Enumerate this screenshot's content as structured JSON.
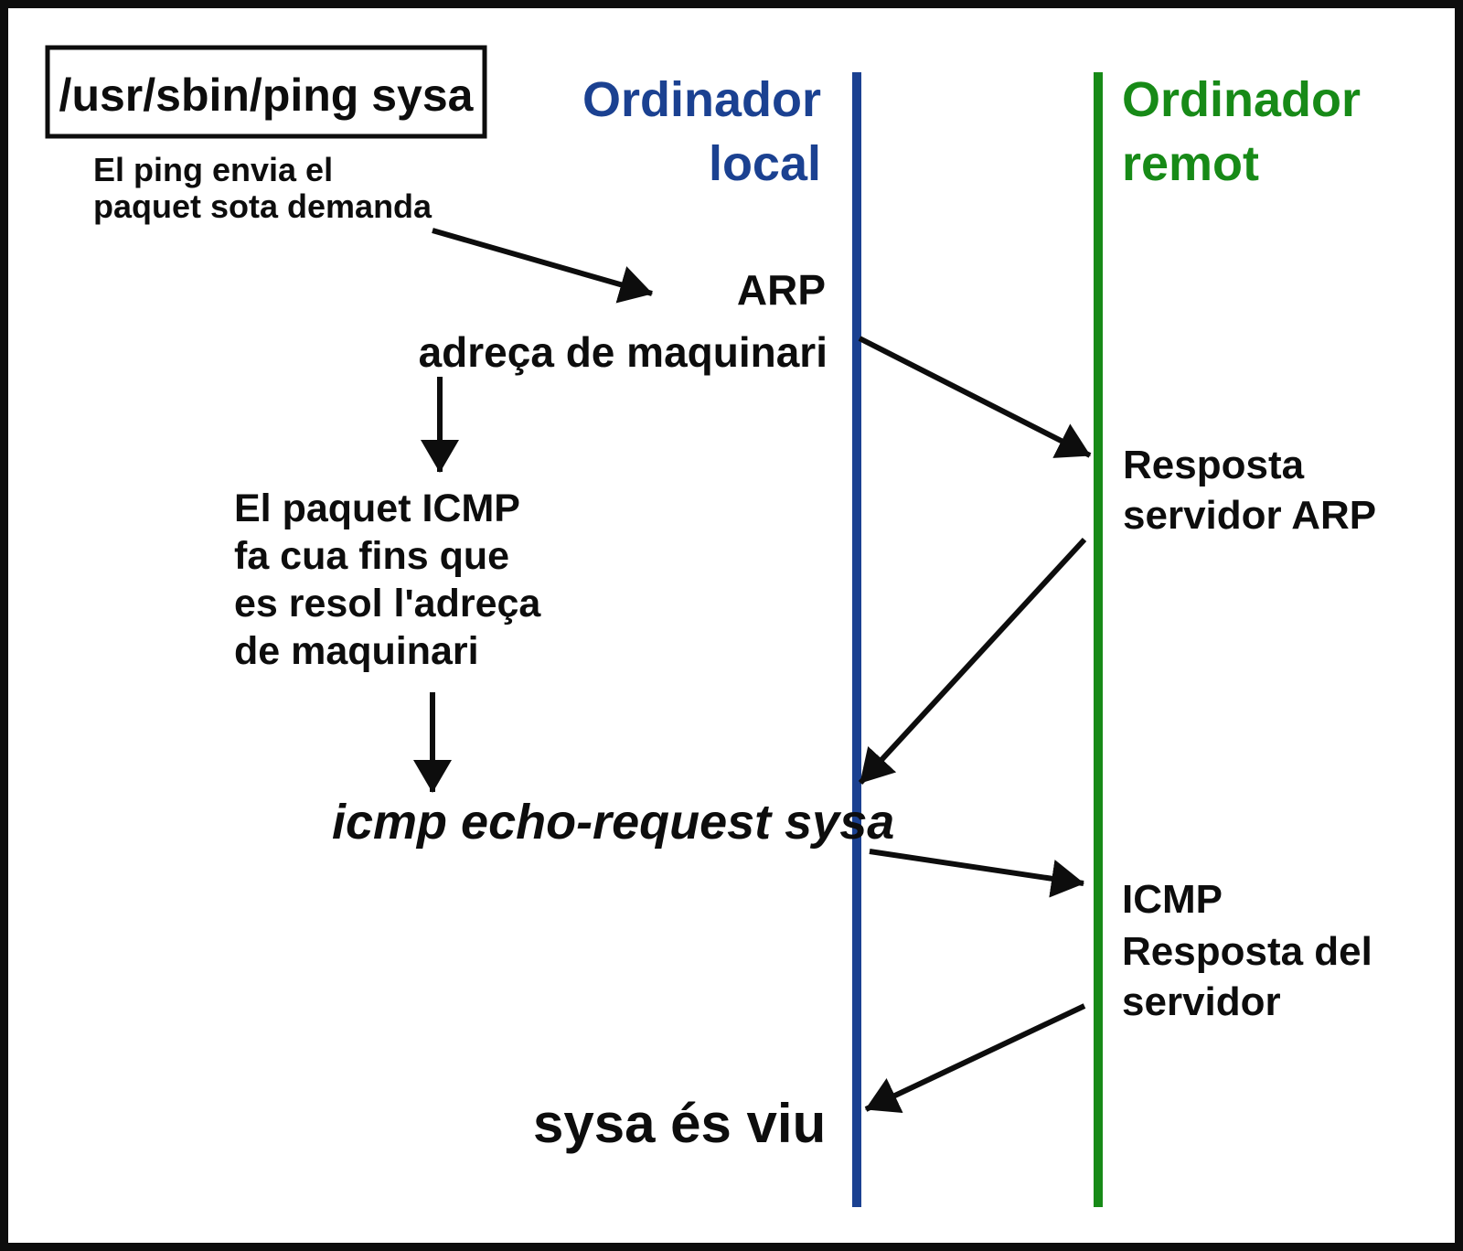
{
  "colors": {
    "local": "#1b4191",
    "remote": "#178a17",
    "ink": "#0d0d0d",
    "background": "#ffffff"
  },
  "command_box": {
    "label": "/usr/sbin/ping sysa"
  },
  "ping_note": {
    "line1": "El ping envia el",
    "line2": "paquet sota demanda"
  },
  "lifelines": {
    "local": {
      "title_line1": "Ordinador",
      "title_line2": "local"
    },
    "remote": {
      "title_line1": "Ordinador",
      "title_line2": "remot"
    }
  },
  "labels": {
    "arp": {
      "line1": "ARP",
      "line2": "adreça de maquinari"
    },
    "queue_note": {
      "line1": "El paquet ICMP",
      "line2": "fa cua fins que",
      "line3": "es resol l'adreça",
      "line4": "de maquinari"
    },
    "arp_reply": {
      "line1": "Resposta",
      "line2": "servidor ARP"
    },
    "icmp_echo": {
      "text": "icmp echo-request sysa"
    },
    "icmp_reply": {
      "line1": "ICMP",
      "line2": "Resposta del",
      "line3": "servidor"
    },
    "result": {
      "text": "sysa és viu"
    }
  }
}
